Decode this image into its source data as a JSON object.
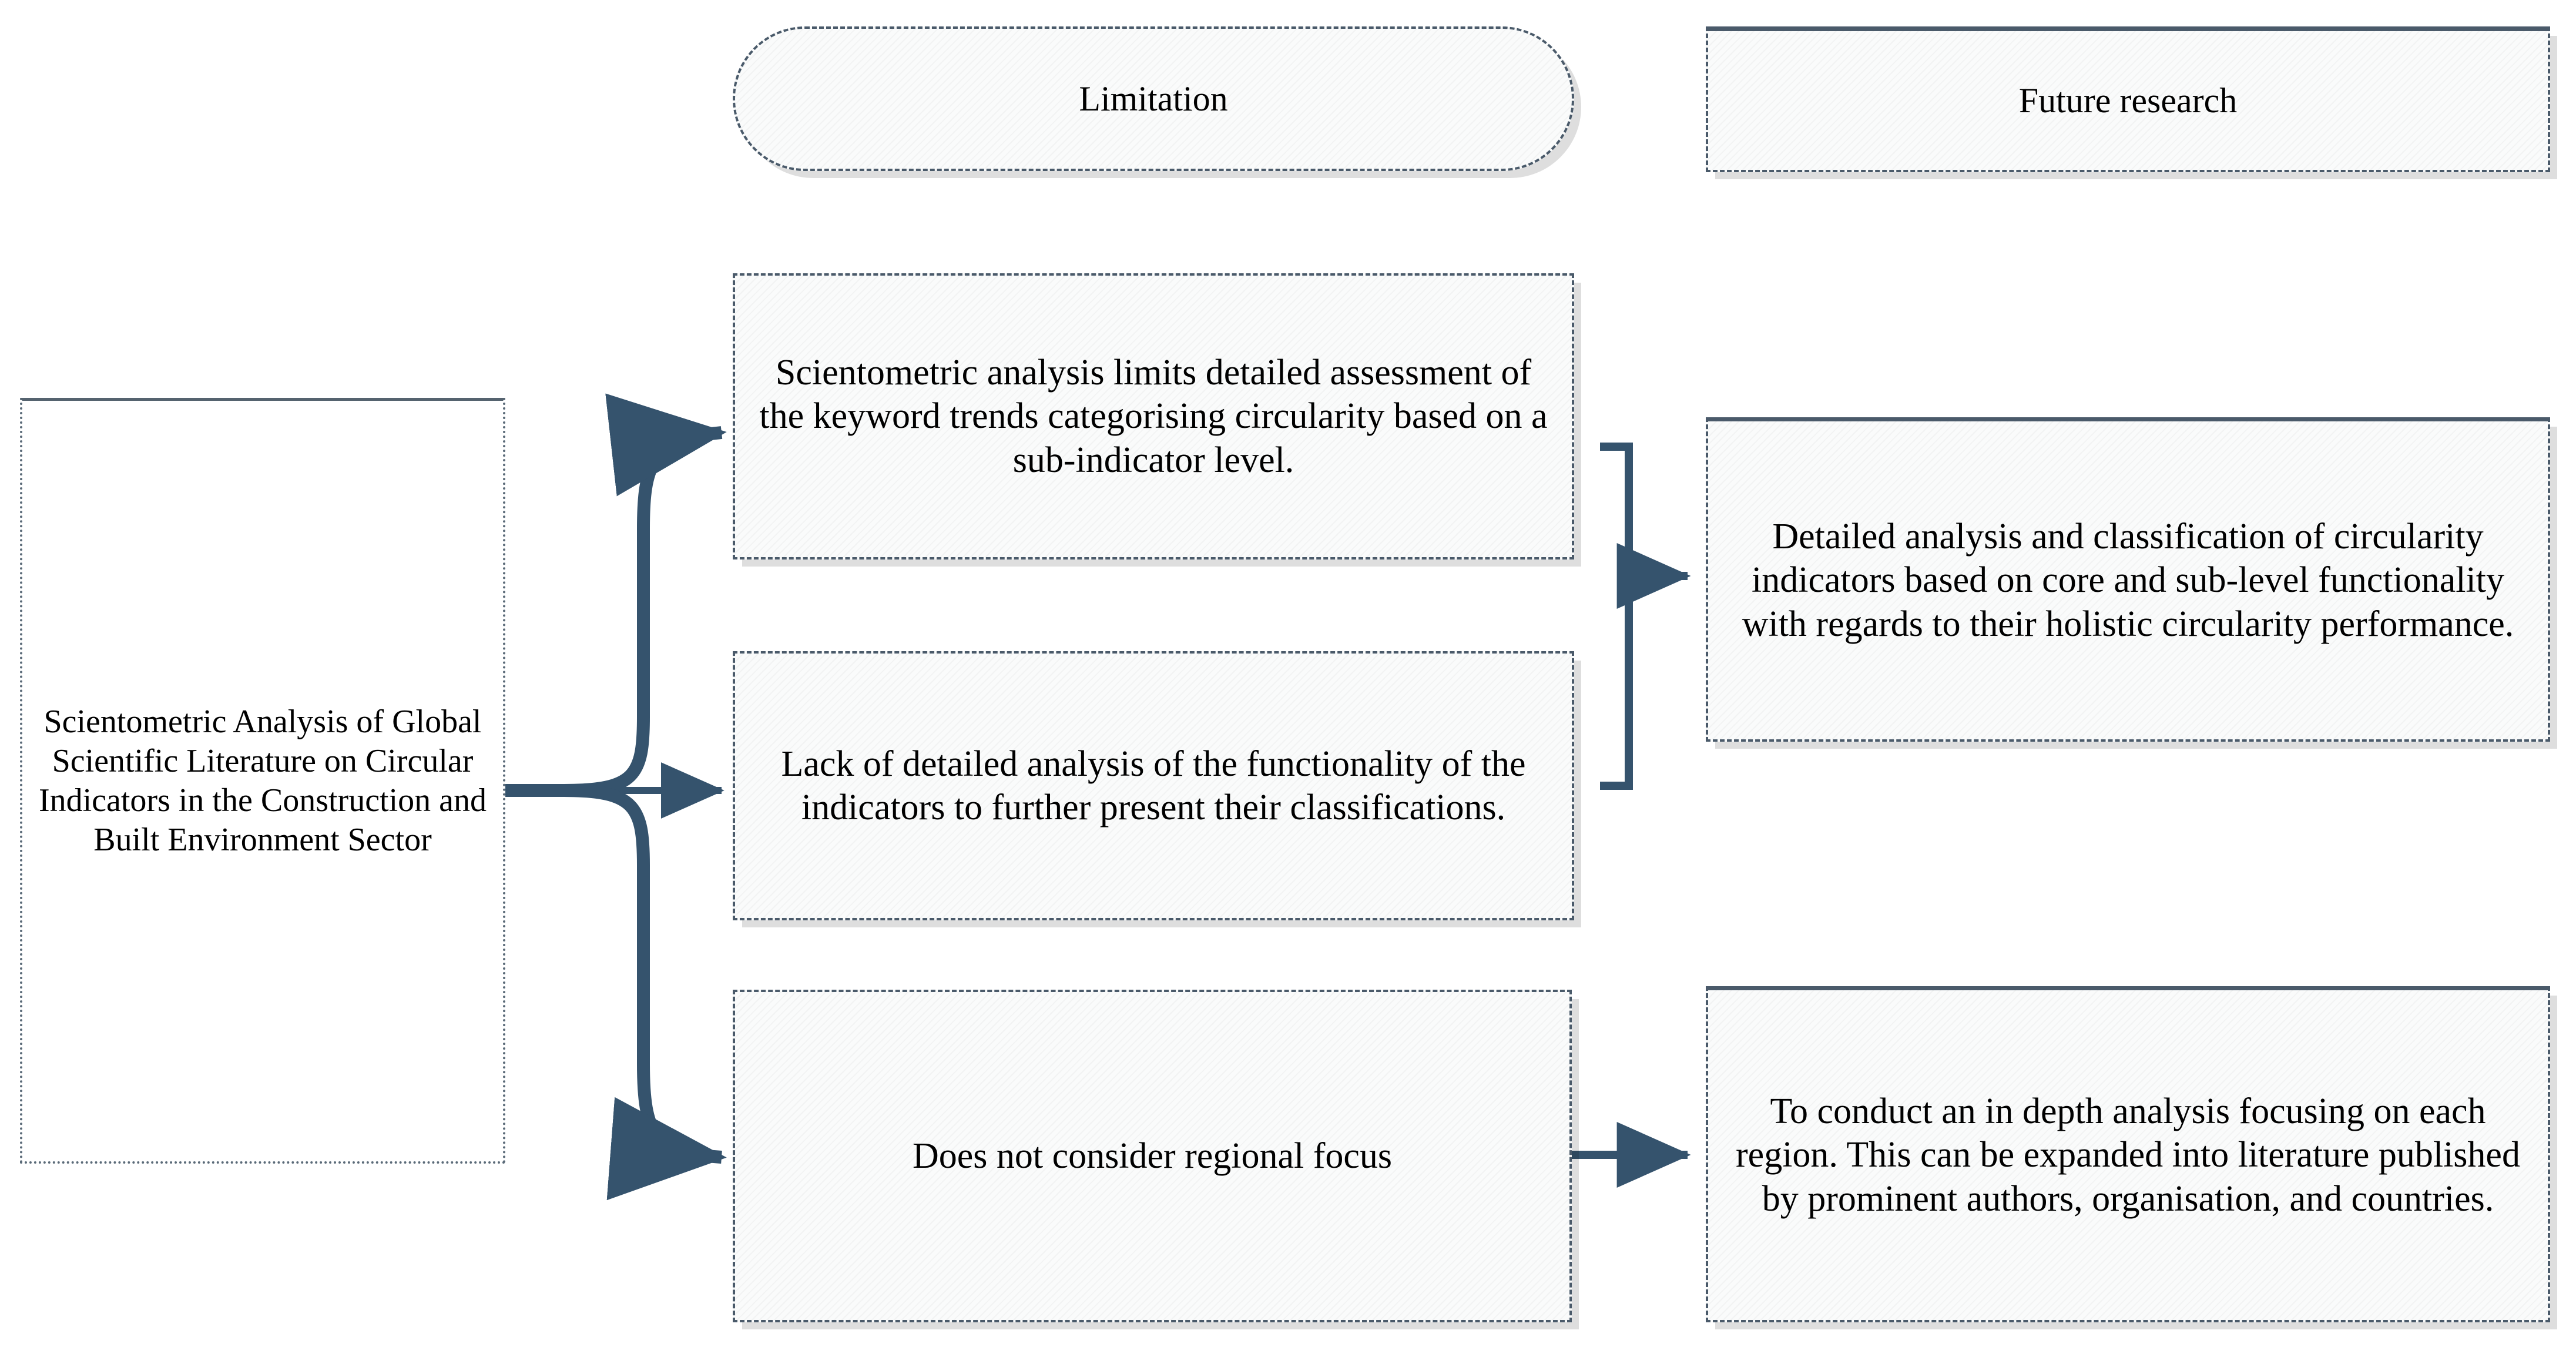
{
  "theme": {
    "accent": "#35536d",
    "border": "#4a5a6a",
    "text": "#000000",
    "canvas": "#ffffff",
    "node_fill": "#fafbfb",
    "shadow": "#d4d4d4"
  },
  "headers": [
    {
      "id": "limitation",
      "label": "Limitation",
      "shape": "rounded-rectangle"
    },
    {
      "id": "future-research",
      "label": "Future research",
      "shape": "rectangle"
    }
  ],
  "anchor": {
    "id": "study-title",
    "label": "Scientometric Analysis of Global Scientific Literature on Circular Indicators in the Construction and Built Environment Sector"
  },
  "limitations": [
    {
      "id": "limitation-1",
      "label": "Scientometric analysis limits detailed assessment of the keyword trends categorising circularity based on a sub-indicator level."
    },
    {
      "id": "limitation-2",
      "label": "Lack of detailed analysis of the functionality of the indicators to further present their classifications."
    },
    {
      "id": "limitation-3",
      "label": "Does not consider regional focus"
    }
  ],
  "future_research": [
    {
      "id": "future-1",
      "label": "Detailed analysis and classification of circularity indicators based on core and sub-level functionality with regards to their holistic circularity performance."
    },
    {
      "id": "future-2",
      "label": "To conduct an in depth analysis focusing on each region. This can be expanded into literature published by prominent authors, organisation, and countries."
    }
  ],
  "connectors": [
    {
      "id": "anchor-to-limitation-1",
      "from": "study-title",
      "to": "limitation-1",
      "style": "curved-arrow"
    },
    {
      "id": "anchor-to-limitation-2",
      "from": "study-title",
      "to": "limitation-2",
      "style": "straight-arrow"
    },
    {
      "id": "anchor-to-limitation-3",
      "from": "study-title",
      "to": "limitation-3",
      "style": "curved-arrow"
    },
    {
      "id": "limitations-12-to-future-1",
      "from": "limitation-1, limitation-2",
      "to": "future-1",
      "style": "bracket-arrow"
    },
    {
      "id": "limitation-3-to-future-2",
      "from": "limitation-3",
      "to": "future-2",
      "style": "straight-arrow"
    }
  ]
}
